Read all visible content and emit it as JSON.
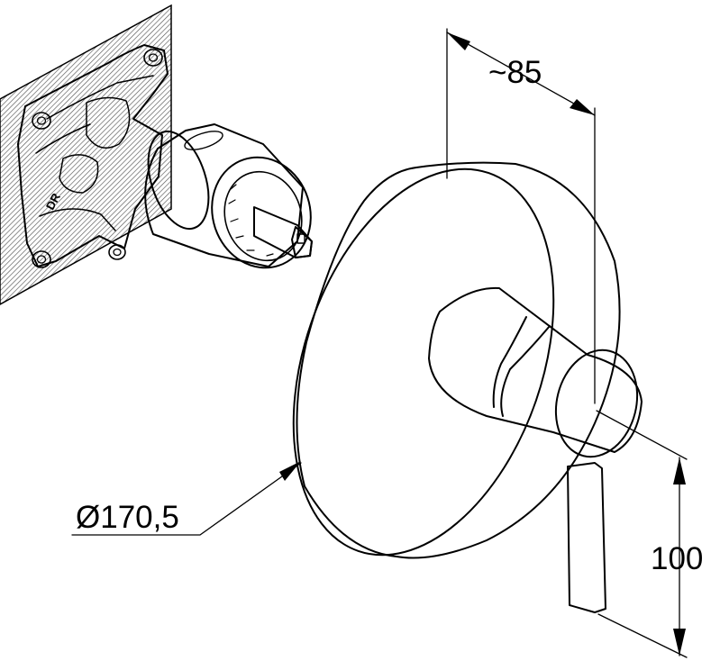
{
  "diagram": {
    "labels": {
      "depth": "~85",
      "diameter": "Ø170,5",
      "lever_height": "100"
    },
    "marking": "DR",
    "colors": {
      "line": "#000000",
      "hatch": "#555555",
      "background": "#ffffff"
    }
  }
}
